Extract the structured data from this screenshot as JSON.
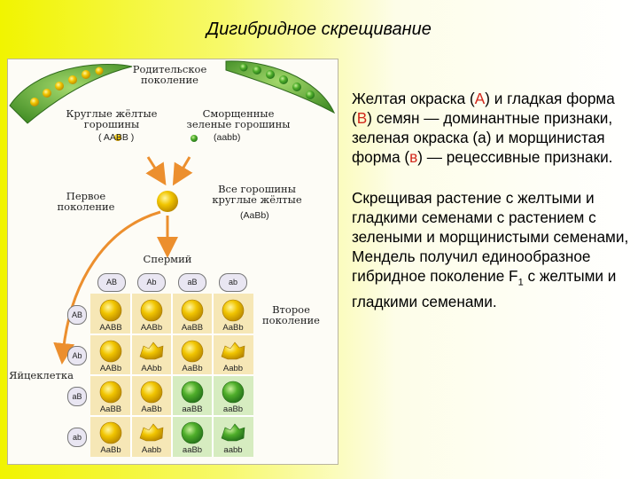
{
  "title": "Дигибридное скрещивание",
  "figure": {
    "parent_label": "Родительское поколение",
    "parent_left_label": "Круглые жёлтые горошины",
    "parent_left_genotype": "( AABB )",
    "parent_right_label": "Сморщенные зеленые горошины",
    "parent_right_genotype": "(aabb)",
    "f1_label": "Первое поколение",
    "f1_desc": "Все горошины круглые жёлтые",
    "f1_genotype": "(AaBb)",
    "sperm_label": "Спермий",
    "egg_label": "Яйцеклетка",
    "f2_label": "Второе поколение",
    "sperm_gametes": [
      "AB",
      "Ab",
      "aB",
      "ab"
    ],
    "egg_gametes": [
      "AB",
      "Ab",
      "aB",
      "ab"
    ],
    "grid": [
      [
        {
          "g": "AABB",
          "c": "yellow-round"
        },
        {
          "g": "AABb",
          "c": "yellow-round"
        },
        {
          "g": "AaBB",
          "c": "yellow-round"
        },
        {
          "g": "AaBb",
          "c": "yellow-round"
        }
      ],
      [
        {
          "g": "AABb",
          "c": "yellow-round"
        },
        {
          "g": "AAbb",
          "c": "yellow-wrinkled"
        },
        {
          "g": "AaBb",
          "c": "yellow-round"
        },
        {
          "g": "Aabb",
          "c": "yellow-wrinkled"
        }
      ],
      [
        {
          "g": "AaBB",
          "c": "yellow-round"
        },
        {
          "g": "AaBb",
          "c": "yellow-round"
        },
        {
          "g": "aaBB",
          "c": "green-round"
        },
        {
          "g": "aaBb",
          "c": "green-round"
        }
      ],
      [
        {
          "g": "AaBb",
          "c": "yellow-round"
        },
        {
          "g": "Aabb",
          "c": "yellow-wrinkled"
        },
        {
          "g": "aaBb",
          "c": "green-round"
        },
        {
          "g": "aabb",
          "c": "green-wrinkled"
        }
      ]
    ]
  },
  "text": {
    "p1_a": "Желтая окраска (",
    "p1_A": "А",
    "p1_b": ") и гладкая форма (",
    "p1_B": "В",
    "p1_c": ") семян — доминантные признаки, зеленая окраска (",
    "p1_a2": "а",
    "p1_d": ") и морщинистая форма (",
    "p1_b2": "в",
    "p1_e": ") — рецессивные признаки.",
    "p2_a": "Скрещивая растение с желтыми и гладкими семенами с растением с зелеными и морщинистыми семенами, Мендель получил единообразное гибридное поколение F",
    "p2_sub": "1",
    "p2_b": " с желтыми и гладкими семенами."
  },
  "colors": {
    "yellow": "#e6b400",
    "green": "#49a32a",
    "arrow": "#ec8f2e"
  }
}
